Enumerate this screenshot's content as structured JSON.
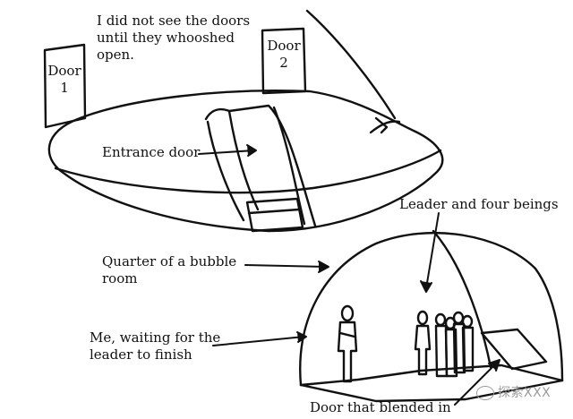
{
  "labels": {
    "doors_note": "I did not see the doors\nuntil they whooshed\nopen.",
    "door1": "Door\n1",
    "door2": "Door\n2",
    "entrance_door": "Entrance door",
    "leader_beings": "Leader and four beings",
    "bubble_room": "Quarter of a bubble\nroom",
    "me_waiting": "Me, waiting for the\nleader to finish",
    "blended_door": "Door that blended in"
  },
  "watermark": {
    "text": "探索XXX"
  },
  "colors": {
    "ink": "#111111",
    "background": "#ffffff",
    "watermark": "#9a9a9a"
  }
}
